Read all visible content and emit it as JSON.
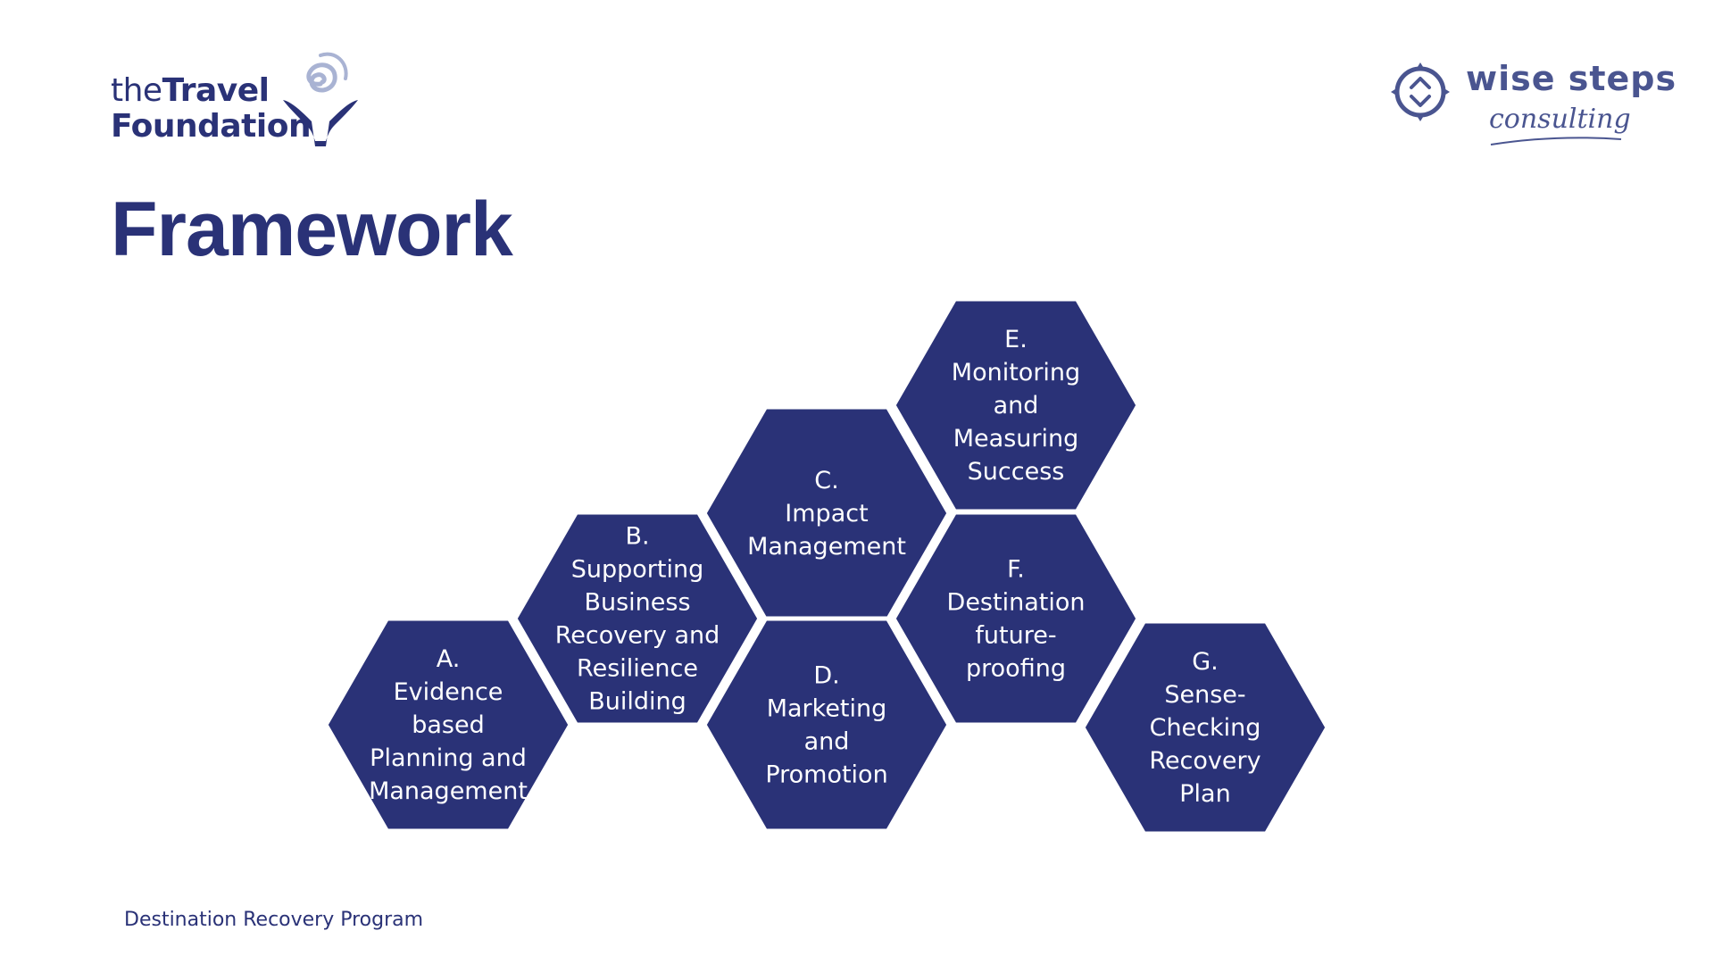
{
  "logos": {
    "travel_foundation": {
      "word_the": "the",
      "word_travel": "Travel",
      "word_foundation": "Foundation"
    },
    "wise_steps": {
      "line1": "wise steps",
      "line2": "consulting"
    }
  },
  "title": "Framework",
  "hexagons": [
    {
      "id": "A",
      "lines": [
        "A.",
        "Evidence",
        "based",
        "Planning and",
        "Management"
      ]
    },
    {
      "id": "B",
      "lines": [
        "B.",
        "Supporting",
        "Business",
        "Recovery and",
        "Resilience",
        "Building"
      ]
    },
    {
      "id": "C",
      "lines": [
        "C.",
        "Impact",
        "Management"
      ]
    },
    {
      "id": "D",
      "lines": [
        "D.",
        "Marketing",
        "and",
        "Promotion"
      ]
    },
    {
      "id": "E",
      "lines": [
        "E.",
        "Monitoring",
        "and",
        "Measuring",
        "Success"
      ]
    },
    {
      "id": "F",
      "lines": [
        "F.",
        "Destination",
        "future-",
        "proofing"
      ]
    },
    {
      "id": "G",
      "lines": [
        "G.",
        "Sense-",
        "Checking",
        "Recovery",
        "Plan"
      ]
    }
  ],
  "footer": "Destination Recovery Program",
  "colors": {
    "primary": "#2a3277",
    "logo_secondary": "#4a5590",
    "background": "#ffffff"
  }
}
